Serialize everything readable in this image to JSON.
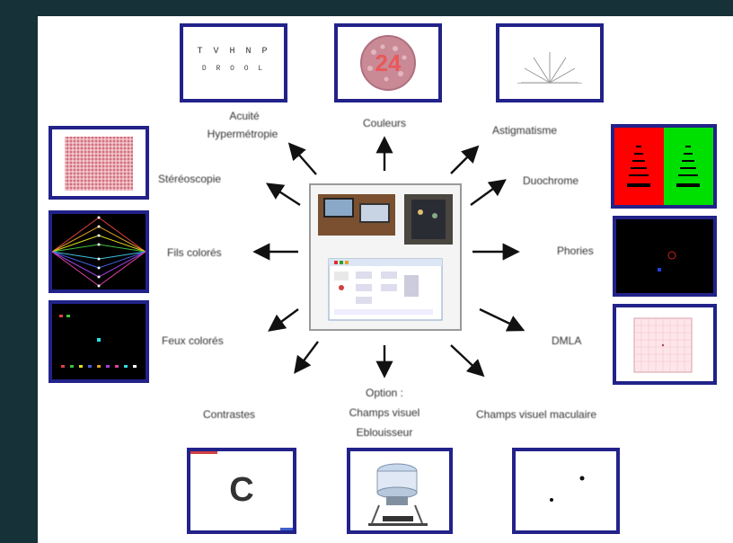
{
  "labels": {
    "acuite": "Acuité",
    "hypermetropie": "Hypermétropie",
    "couleurs": "Couleurs",
    "astigmatisme": "Astigmatisme",
    "stereoscopie": "Stéréoscopie",
    "duochrome": "Duochrome",
    "fils_colores": "Fils colorés",
    "phories": "Phories",
    "feux_colores": "Feux colorés",
    "dmla": "DMLA",
    "option_line1": "Option :",
    "option_line2": "Champs visuel",
    "option_line3": "Eblouisseur",
    "contrastes": "Contrastes",
    "champs_maculaire": "Champs visuel maculaire"
  },
  "acuity_chart": {
    "row1": "T V H N P",
    "row2": "D R O O L"
  },
  "ishihara_number": "24",
  "contrast_letter": "C",
  "colors": {
    "frame_border": "#22228a",
    "duochrome_red": "#ff0000",
    "duochrome_green": "#00e000",
    "screen_black": "#000000",
    "page_background": "#163238"
  }
}
